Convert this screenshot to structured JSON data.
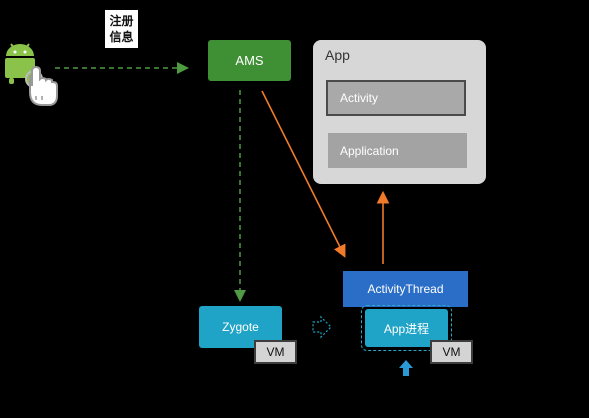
{
  "note": {
    "line1": "注册",
    "line2": "信息"
  },
  "nodes": {
    "ams": "AMS",
    "app_title": "App",
    "activity": "Activity",
    "application": "Application",
    "activity_thread": "ActivityThread",
    "app_process": "App进程",
    "zygote": "Zygote",
    "vm_zygote": "VM",
    "vm_app": "VM"
  },
  "icons": {
    "launcher": "android-robot-icon",
    "touch": "pointing-hand-icon"
  },
  "colors": {
    "ams_green": "#3f8f35",
    "arrow_green": "#4f9a42",
    "arrow_orange": "#f07a2a",
    "cyan": "#1fa3c6",
    "blue": "#2a6ec7"
  }
}
